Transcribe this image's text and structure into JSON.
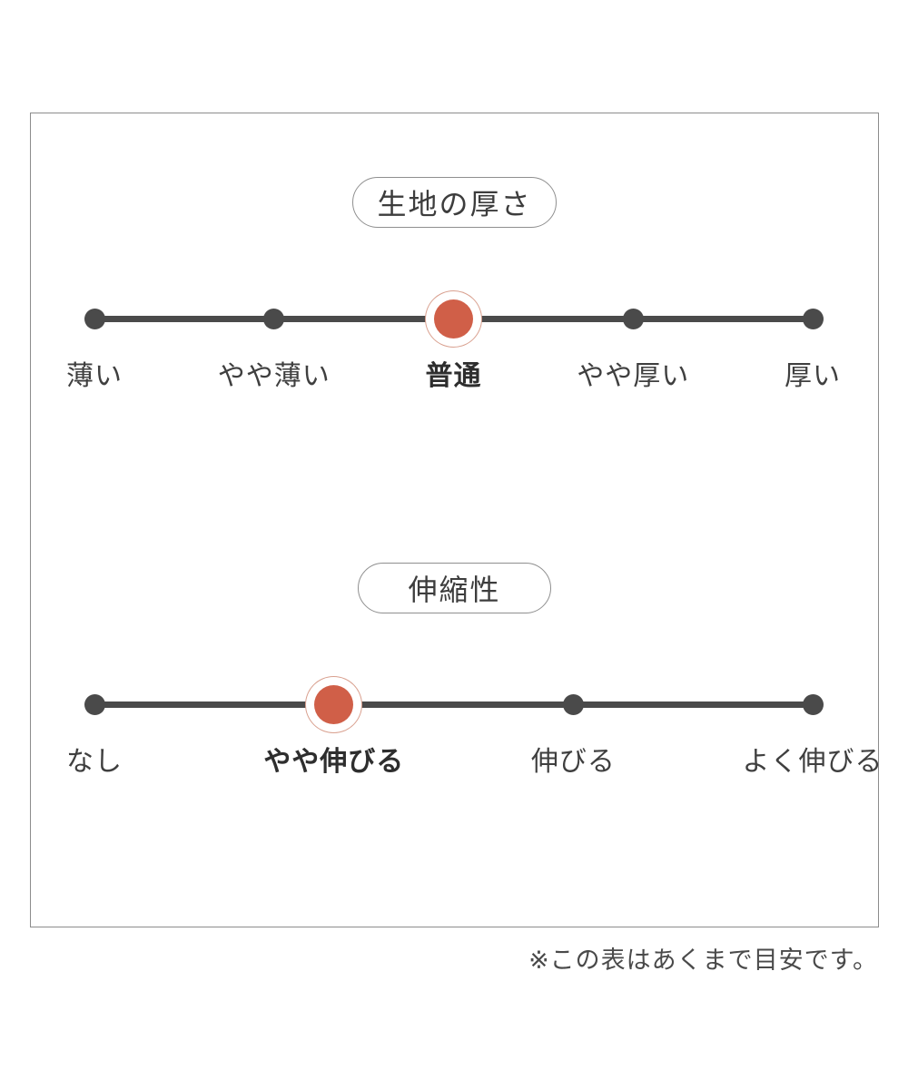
{
  "panel": {
    "border_color": "#8c8c8c",
    "background": "#ffffff"
  },
  "colors": {
    "track": "#4a4a4a",
    "dot": "#4a4a4a",
    "active_dot": "#d05f48",
    "active_ring": "#d9a08f",
    "text": "#3f3f3f"
  },
  "footnote": "※この表はあくまで目安です。",
  "sections": [
    {
      "id": "thickness",
      "title": "生地の厚さ",
      "labels": [
        "薄い",
        "やや薄い",
        "普通",
        "やや厚い",
        "厚い"
      ],
      "selected_index": 2,
      "selected_label": "普通"
    },
    {
      "id": "stretch",
      "title": "伸縮性",
      "labels": [
        "なし",
        "やや伸びる",
        "伸びる",
        "よく伸びる"
      ],
      "selected_index": 1,
      "selected_label": "やや伸びる"
    }
  ],
  "chart_data": {
    "type": "bar",
    "title": "生地の厚さ / 伸縮性 スケール",
    "subtitle": "※この表はあくまで目安です。",
    "xlabel": "",
    "ylabel": "",
    "grid": false,
    "legend": "none",
    "series": [
      {
        "name": "生地の厚さ",
        "categories": [
          "薄い",
          "やや薄い",
          "普通",
          "やや厚い",
          "厚い"
        ],
        "values": [
          0,
          0,
          1,
          0,
          0
        ],
        "selected": "普通",
        "selected_index": 2,
        "scale_positions": [
          1,
          2,
          3,
          4,
          5
        ],
        "xlim": [
          1,
          5
        ]
      },
      {
        "name": "伸縮性",
        "categories": [
          "なし",
          "やや伸びる",
          "伸びる",
          "よく伸びる"
        ],
        "values": [
          0,
          1,
          0,
          0
        ],
        "selected": "やや伸びる",
        "selected_index": 1,
        "scale_positions": [
          1,
          2,
          3,
          4
        ],
        "xlim": [
          1,
          4
        ]
      }
    ]
  }
}
